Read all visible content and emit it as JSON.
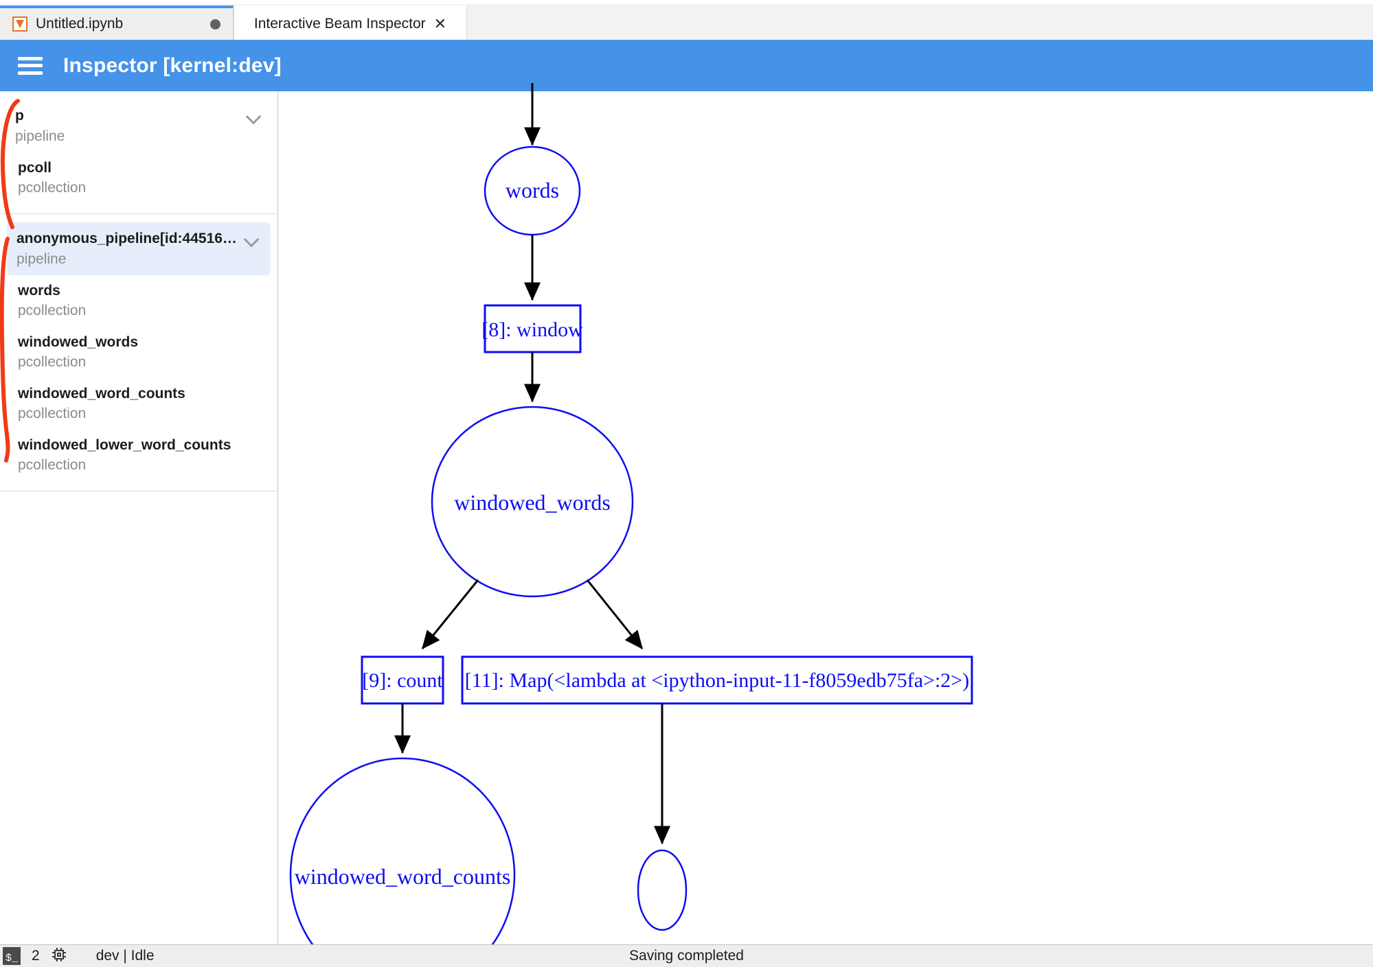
{
  "tabs": [
    {
      "label": "Untitled.ipynb",
      "icon": "notebook-icon",
      "state": "inactive",
      "modified": true,
      "modified_indicator": "●"
    },
    {
      "label": "Interactive Beam Inspector",
      "state": "active",
      "close_label": "✕"
    }
  ],
  "header": {
    "menu_icon": "hamburger-icon",
    "title": "Inspector [kernel:dev]",
    "background": "#4593e8"
  },
  "sidebar": {
    "groups": [
      {
        "entries": [
          {
            "name": "p",
            "kind": "pipeline",
            "level": "root",
            "expandable": true,
            "selected": false
          },
          {
            "name": "pcoll",
            "kind": "pcollection",
            "level": "child",
            "expandable": false,
            "selected": false
          }
        ]
      },
      {
        "entries": [
          {
            "name": "anonymous_pipeline[id:44516…",
            "kind": "pipeline",
            "level": "root",
            "expandable": true,
            "selected": true
          },
          {
            "name": "words",
            "kind": "pcollection",
            "level": "child",
            "expandable": false,
            "selected": false
          },
          {
            "name": "windowed_words",
            "kind": "pcollection",
            "level": "child",
            "expandable": false,
            "selected": false
          },
          {
            "name": "windowed_word_counts",
            "kind": "pcollection",
            "level": "child",
            "expandable": false,
            "selected": false
          },
          {
            "name": "windowed_lower_word_counts",
            "kind": "pcollection",
            "level": "child",
            "expandable": false,
            "selected": false
          }
        ]
      }
    ],
    "annotation_color": "#f03a17",
    "selected_background": "#e7eefb"
  },
  "graph": {
    "node_color": "#0d0df2",
    "edge_color": "#000000",
    "nodes": [
      {
        "id": "words",
        "label": "words",
        "shape": "ellipse"
      },
      {
        "id": "window",
        "label": "[8]: window",
        "shape": "box"
      },
      {
        "id": "windowed_words",
        "label": "windowed_words",
        "shape": "ellipse"
      },
      {
        "id": "count",
        "label": "[9]: count",
        "shape": "box"
      },
      {
        "id": "map",
        "label": "[11]: Map(<lambda at <ipython-input-11-f8059edb75fa>:2>)",
        "shape": "box"
      },
      {
        "id": "windowed_word_counts",
        "label": "windowed_word_counts",
        "shape": "ellipse"
      },
      {
        "id": "unnamed_small",
        "label": "",
        "shape": "ellipse"
      }
    ],
    "edges": [
      {
        "from": "entry",
        "to": "words"
      },
      {
        "from": "words",
        "to": "window"
      },
      {
        "from": "window",
        "to": "windowed_words"
      },
      {
        "from": "windowed_words",
        "to": "count"
      },
      {
        "from": "windowed_words",
        "to": "map"
      },
      {
        "from": "count",
        "to": "windowed_word_counts"
      },
      {
        "from": "map",
        "to": "unnamed_small"
      }
    ]
  },
  "statusbar": {
    "terminal_icon_label": "$_",
    "terminal_count": "2",
    "kernel_icon": "chip-icon",
    "kernel_status": "dev | Idle",
    "message": "Saving completed"
  }
}
